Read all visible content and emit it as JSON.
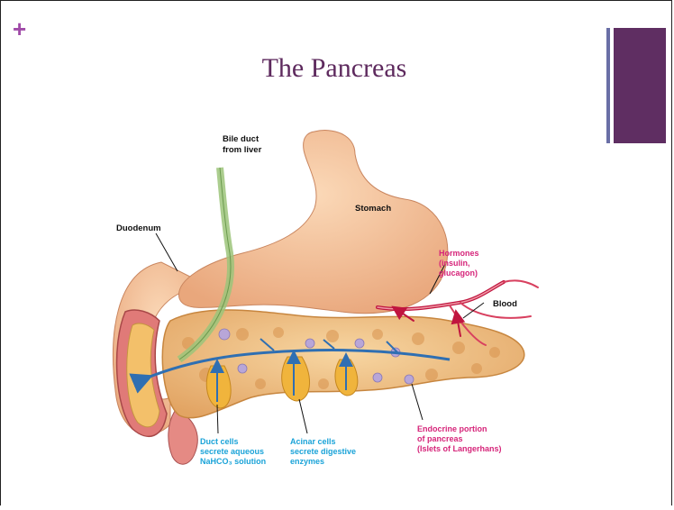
{
  "slide": {
    "plus": "+",
    "title": "The Pancreas"
  },
  "labels": {
    "bile_duct": [
      "Bile duct",
      "from liver"
    ],
    "stomach": "Stomach",
    "duodenum": "Duodenum",
    "hormones": [
      "Hormones",
      "(insulin,",
      "glucagon)"
    ],
    "blood": "Blood",
    "endocrine": [
      "Endocrine portion",
      "of pancreas",
      "(Islets of Langerhans)"
    ],
    "duct_cells": [
      "Duct cells",
      "secrete aqueous",
      "NaHCO₃ solution"
    ],
    "acinar_cells": [
      "Acinar cells",
      "secrete digestive",
      "enzymes"
    ]
  },
  "colors": {
    "title": "#5e2a5e",
    "plus": "#a04ba8",
    "accent_thin": "#6a6fa6",
    "accent_thick": "#5f2e62",
    "hormone_label": "#d6257a",
    "exocrine_label": "#1aa3d8"
  }
}
